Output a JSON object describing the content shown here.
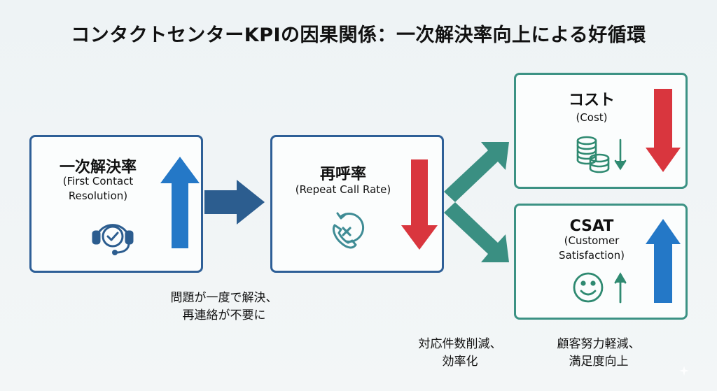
{
  "title": "コンタクトセンターKPIの因果関係：一次解決率向上による好循環",
  "fcr": {
    "name": "一次解決率",
    "sub": "(First Contact\nResolution)",
    "icon": "headset-check-icon",
    "trend": "up"
  },
  "repeat": {
    "name": "再呼率",
    "sub": "(Repeat Call Rate)",
    "icon": "phone-cancel-icon",
    "trend": "down"
  },
  "cost": {
    "name": "コスト",
    "sub": "(Cost)",
    "icon": "coins-down-icon",
    "trend": "down"
  },
  "csat": {
    "name": "CSAT",
    "sub": "(Customer\nSatisfaction)",
    "icon": "smiley-up-icon",
    "trend": "up"
  },
  "captions": {
    "fcr_to_repeat": "問題が一度で解決、\n再連絡が不要に",
    "cost_effect": "対応件数削減、\n効率化",
    "csat_effect": "顧客努力軽減、\n満足度向上"
  },
  "colors": {
    "blue_border": "#2e5f97",
    "teal_border": "#3c9284",
    "up_arrow": "#2478c7",
    "down_arrow": "#d9363e",
    "connector_blue": "#2c5d8f",
    "connector_teal": "#3a8f82",
    "icon_blue": "#2c5d8f",
    "icon_teal": "#2f8a71"
  }
}
